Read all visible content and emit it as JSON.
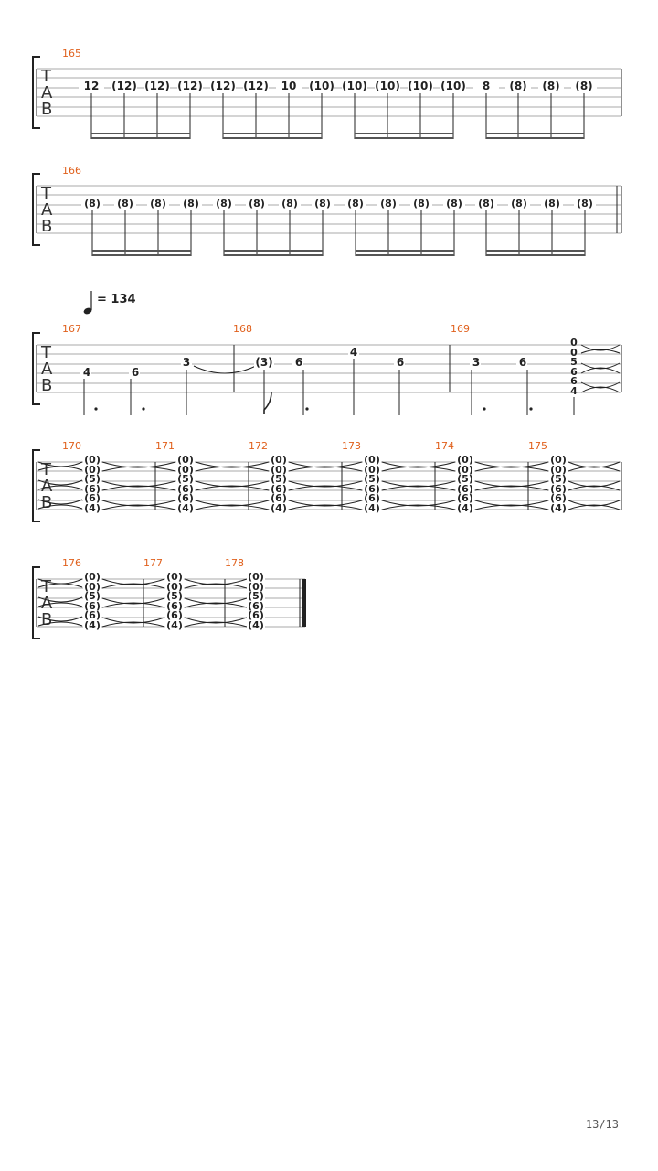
{
  "page_number": "13/13",
  "tab_clef": [
    "T",
    "A",
    "B"
  ],
  "tempo": {
    "symbol": "quarter-note",
    "text": "= 134"
  },
  "systems": [
    {
      "measures": [
        "165"
      ],
      "notes": [
        "12",
        "(12)",
        "(12)",
        "(12)",
        "(12)",
        "(12)",
        "10",
        "(10)",
        "(10)",
        "(10)",
        "(10)",
        "(10)",
        "8",
        "(8)",
        "(8)",
        "(8)"
      ]
    },
    {
      "measures": [
        "166"
      ],
      "notes": [
        "(8)",
        "(8)",
        "(8)",
        "(8)",
        "(8)",
        "(8)",
        "(8)",
        "(8)",
        "(8)",
        "(8)",
        "(8)",
        "(8)",
        "(8)",
        "(8)",
        "(8)",
        "(8)"
      ]
    },
    {
      "measures": [
        "167",
        "168",
        "169"
      ],
      "notes": [
        "4",
        "6",
        "3",
        "(3)",
        "6",
        "4",
        "6",
        "3",
        "6"
      ],
      "final_chord": [
        "0",
        "0",
        "5",
        "6",
        "6",
        "4"
      ]
    },
    {
      "measures": [
        "170",
        "171",
        "172",
        "173",
        "174",
        "175"
      ],
      "chord": [
        "(0)",
        "(0)",
        "(5)",
        "(6)",
        "(6)",
        "(4)"
      ]
    },
    {
      "measures": [
        "176",
        "177",
        "178"
      ],
      "chord": [
        "(0)",
        "(0)",
        "(5)",
        "(6)",
        "(6)",
        "(4)"
      ]
    }
  ]
}
